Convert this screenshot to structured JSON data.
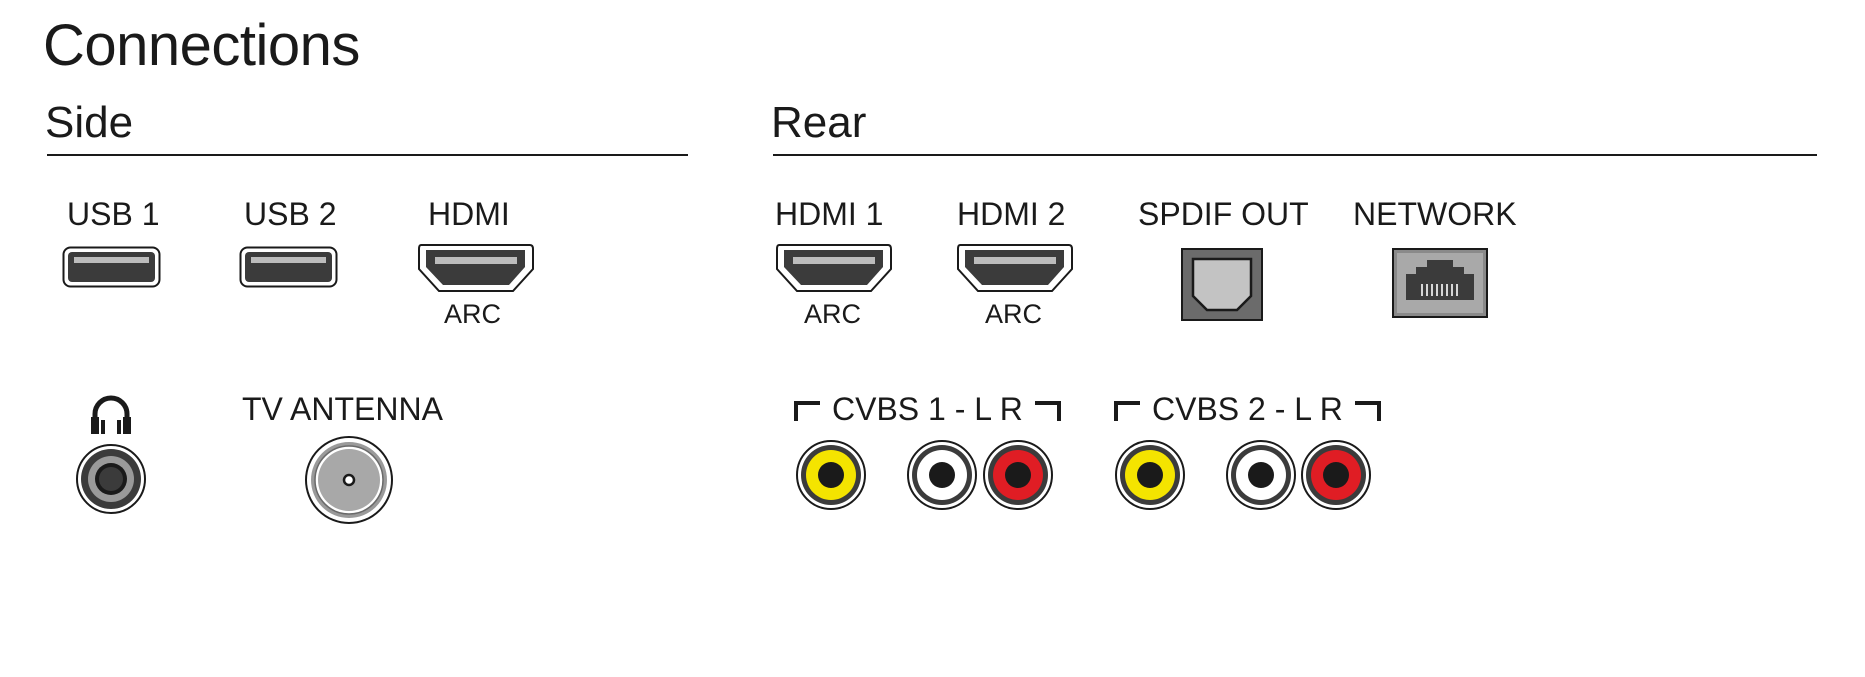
{
  "title": "Connections",
  "sections": {
    "side": {
      "heading": "Side"
    },
    "rear": {
      "heading": "Rear"
    }
  },
  "ports": {
    "usb1": "USB 1",
    "usb2": "USB 2",
    "hdmi_side": "HDMI",
    "hdmi_side_sub": "ARC",
    "tv_antenna": "TV ANTENNA",
    "hdmi1": "HDMI 1",
    "hdmi1_sub": "ARC",
    "hdmi2": "HDMI 2",
    "hdmi2_sub": "ARC",
    "spdif": "SPDIF OUT",
    "network": "NETWORK",
    "cvbs1": "CVBS 1 - L R",
    "cvbs2": "CVBS 2 - L R"
  },
  "icons": {
    "headphone": "headphone-icon"
  },
  "colors": {
    "composite_video": "#f4e400",
    "audio_left": "#ffffff",
    "audio_right": "#e01d24",
    "port_dark": "#3a3a3a",
    "port_light": "#9a9a9a"
  }
}
